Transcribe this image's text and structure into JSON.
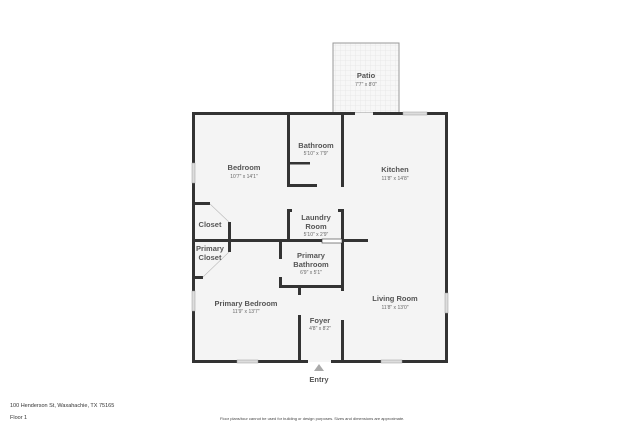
{
  "rooms": {
    "patio": {
      "name": "Patio",
      "dim": "7'7\" x 8'0\""
    },
    "bedroom": {
      "name": "Bedroom",
      "dim": "10'7\" x 14'1\""
    },
    "bathroom": {
      "name": "Bathroom",
      "dim": "5'10\" x 7'9\""
    },
    "kitchen": {
      "name": "Kitchen",
      "dim": "11'8\" x 14'8\""
    },
    "closet": {
      "name": "Closet"
    },
    "laundry": {
      "name1": "Laundry",
      "name2": "Room",
      "dim": "5'10\" x 2'9\""
    },
    "primary_closet": {
      "name1": "Primary",
      "name2": "Closet"
    },
    "primary_bathroom": {
      "name1": "Primary",
      "name2": "Bathroom",
      "dim": "6'9\" x 5'1\""
    },
    "primary_bedroom": {
      "name": "Primary Bedroom",
      "dim": "11'9\" x 13'7\""
    },
    "living_room": {
      "name": "Living Room",
      "dim": "11'8\" x 13'0\""
    },
    "foyer": {
      "name": "Foyer",
      "dim": "4'8\" x 8'2\""
    }
  },
  "entry_label": "Entry",
  "footer": {
    "address": "100 Henderson St, Waxahachie, TX 75165",
    "floor": "Floor 1",
    "disclaimer": "Floor plans/tour cannot be used for building or design purposes. Sizes and dimensions are approximate."
  },
  "colors": {
    "wall": "#333333",
    "floor": "#f4f4f4",
    "label": "#555555"
  }
}
